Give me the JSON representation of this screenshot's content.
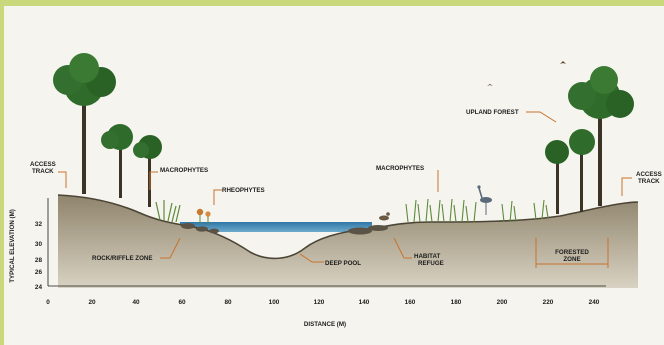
{
  "labels": {
    "access_track_left_1": "ACCESS",
    "access_track_left_2": "TRACK",
    "access_track_right_1": "ACCESS",
    "access_track_right_2": "TRACK",
    "macrophytes_left": "MACROPHYTES",
    "rheophytes": "RHEOPHYTES",
    "rock_riffle_zone": "ROCK/RIFFLE ZONE",
    "deep_pool": "DEEP POOL",
    "macrophytes_right": "MACROPHYTES",
    "habitat_refuge_1": "HABITAT",
    "habitat_refuge_2": "REFUGE",
    "upland_forest": "UPLAND FOREST",
    "forested_zone_1": "FORESTED",
    "forested_zone_2": "ZONE"
  },
  "axes": {
    "y_title": "TYPICAL ELEVATION (M)",
    "x_title": "DISTANCE (M)",
    "y_ticks": [
      "32",
      "30",
      "28",
      "26",
      "24"
    ],
    "x_ticks": [
      "0",
      "20",
      "40",
      "60",
      "80",
      "100",
      "120",
      "140",
      "160",
      "180",
      "200",
      "220",
      "240"
    ]
  },
  "colors": {
    "border": "#c8d87a",
    "water": "#3f86b3",
    "soil": "#a89c82",
    "bank_grass": "#5d8a3a",
    "canopy": "#2f6b2a"
  }
}
